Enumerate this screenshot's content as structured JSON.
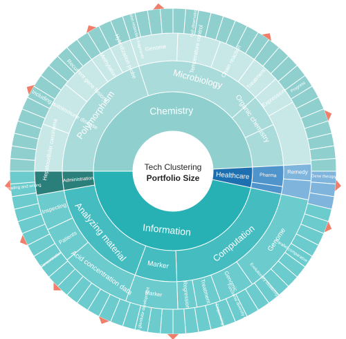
{
  "chart_data": {
    "type": "sunburst",
    "title": "Tech Clustering",
    "subtitle": "Portfolio Size",
    "colors": {
      "chemistry": "#8fd0cf",
      "chemistry_mid": "#a9dbda",
      "chemistry_light": "#c7e8e7",
      "information": "#28b1b4",
      "information_mid": "#45bdc0",
      "information_light": "#6ccbcd",
      "healthcare": "#1e6fb0",
      "healthcare_mid": "#4f95cc",
      "healthcare_light": "#7fb4dc",
      "administration": "#2a7f7b",
      "accent": "#ef7f6b"
    },
    "level1": [
      {
        "name": "Chemistry",
        "start": 270,
        "end": 447,
        "color_key": "chemistry"
      },
      {
        "name": "Healthcare",
        "start": 447,
        "end": 462,
        "color_key": "healthcare"
      },
      {
        "name": "Information",
        "start": 462,
        "end": 630,
        "color_key": "information"
      }
    ],
    "level2": [
      {
        "name": "Polymorphism",
        "start": 270,
        "end": 342,
        "parent": "chemistry"
      },
      {
        "name": "Microbiology",
        "start": 342,
        "end": 408,
        "parent": "chemistry"
      },
      {
        "name": "Organic chemistry",
        "start": 408,
        "end": 425,
        "parent": "chemistry"
      },
      {
        "name": "",
        "start": 425,
        "end": 447,
        "parent": "chemistry"
      },
      {
        "name": "Pharma",
        "start": 447,
        "end": 458,
        "parent": "healthcare"
      },
      {
        "name": "",
        "start": 458,
        "end": 462,
        "parent": "healthcare"
      },
      {
        "name": "Computation",
        "start": 462,
        "end": 538,
        "parent": "information"
      },
      {
        "name": "Marker",
        "start": 538,
        "end": 560,
        "parent": "information"
      },
      {
        "name": "Analyzing material",
        "start": 560,
        "end": 620,
        "parent": "information"
      },
      {
        "name": "Administration",
        "start": 620,
        "end": 630,
        "parent": "administration"
      }
    ],
    "level3": [
      {
        "name": "Hepatocellular carcinoma",
        "start": 270,
        "end": 290,
        "parent": "chemistry"
      },
      {
        "name": "Including autoimmune disease",
        "start": 290,
        "end": 309,
        "parent": "chemistry"
      },
      {
        "name": "Recurrent gene fusions",
        "start": 309,
        "end": 324,
        "parent": "chemistry"
      },
      {
        "name": "Methylation",
        "start": 324,
        "end": 333,
        "parent": "chemistry"
      },
      {
        "name": "Hybridization probe",
        "start": 333,
        "end": 342,
        "parent": "chemistry"
      },
      {
        "name": "Genome",
        "start": 342,
        "end": 362,
        "parent": "chemistry"
      },
      {
        "name": "Temperature control",
        "start": 362,
        "end": 380,
        "parent": "chemistry"
      },
      {
        "name": "Chain reaction",
        "start": 380,
        "end": 396,
        "parent": "chemistry"
      },
      {
        "name": "Treatment",
        "start": 396,
        "end": 408,
        "parent": "chemistry"
      },
      {
        "name": "Expression",
        "start": 408,
        "end": 420,
        "parent": "chemistry"
      },
      {
        "name": "",
        "start": 420,
        "end": 447,
        "parent": "chemistry"
      },
      {
        "name": "Remedy",
        "start": 447,
        "end": 454,
        "parent": "healthcare"
      },
      {
        "name": "",
        "start": 454,
        "end": 462,
        "parent": "healthcare"
      },
      {
        "name": "Genome",
        "start": 462,
        "end": 505,
        "parent": "information"
      },
      {
        "name": "Genomic",
        "start": 505,
        "end": 520,
        "parent": "information"
      },
      {
        "name": "Treatment",
        "start": 520,
        "end": 530,
        "parent": "information"
      },
      {
        "name": "Regression",
        "start": 530,
        "end": 538,
        "parent": "information"
      },
      {
        "name": "Marker",
        "start": 538,
        "end": 560,
        "parent": "information"
      },
      {
        "name": "Acid concentration data",
        "start": 560,
        "end": 590,
        "parent": "information"
      },
      {
        "name": "Patients",
        "start": 590,
        "end": 605,
        "parent": "information"
      },
      {
        "name": "Inspecting",
        "start": 605,
        "end": 620,
        "parent": "information"
      },
      {
        "name": "",
        "start": 620,
        "end": 630,
        "parent": "administration"
      }
    ],
    "level4_labels": [
      {
        "name": "Parallel comparative analysis",
        "angle": 484
      },
      {
        "name": "Evolutionary clustering algorithm",
        "angle": 500
      },
      {
        "name": "Functional diversity dataset",
        "angle": 514
      },
      {
        "name": "Sequencing",
        "angle": 522
      },
      {
        "name": "Endosomal glandular development",
        "angle": 552
      },
      {
        "name": "Cell observation",
        "angle": 368
      },
      {
        "name": "Adaptor-ligation restriction fragments",
        "angle": 345
      },
      {
        "name": "Progress",
        "angle": 416
      },
      {
        "name": "Gene therapy",
        "angle": 452
      },
      {
        "name": "Reading and writing",
        "angle": 624
      },
      {
        "name": "Concentration",
        "angle": 594
      }
    ],
    "center_labels": {
      "chemistry": "Chemistry",
      "information": "Information",
      "healthcare": "Healthcare",
      "administration": "Administration"
    }
  }
}
